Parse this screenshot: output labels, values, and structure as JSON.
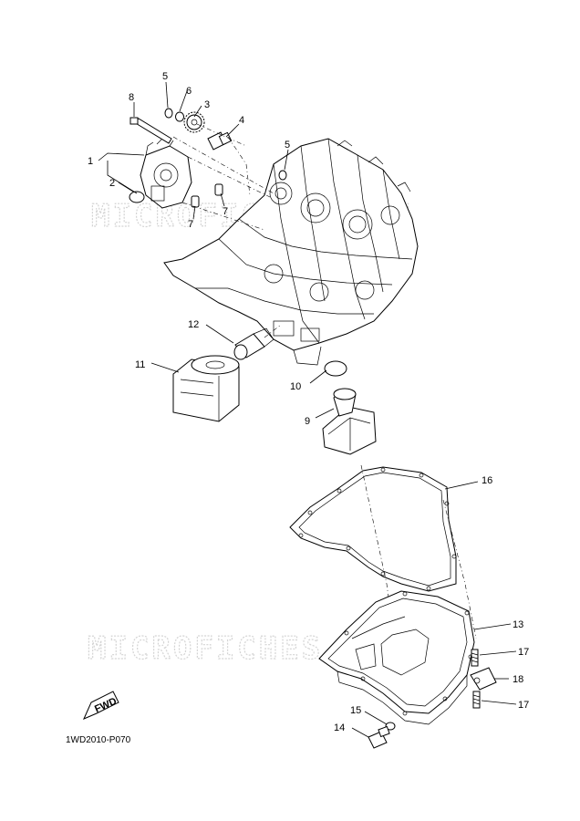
{
  "watermark": "MICROFICHES.NET",
  "diagram_code": "1WD2010-P070",
  "fwd_label": "FWD",
  "callouts": [
    {
      "id": "c1",
      "text": "1"
    },
    {
      "id": "c2",
      "text": "2"
    },
    {
      "id": "c3",
      "text": "3"
    },
    {
      "id": "c4",
      "text": "4"
    },
    {
      "id": "c5a",
      "text": "5"
    },
    {
      "id": "c5b",
      "text": "5"
    },
    {
      "id": "c6",
      "text": "6"
    },
    {
      "id": "c7a",
      "text": "7"
    },
    {
      "id": "c7b",
      "text": "7"
    },
    {
      "id": "c8",
      "text": "8"
    },
    {
      "id": "c9",
      "text": "9"
    },
    {
      "id": "c10",
      "text": "10"
    },
    {
      "id": "c11",
      "text": "11"
    },
    {
      "id": "c12",
      "text": "12"
    },
    {
      "id": "c13",
      "text": "13"
    },
    {
      "id": "c14",
      "text": "14"
    },
    {
      "id": "c15",
      "text": "15"
    },
    {
      "id": "c16",
      "text": "16"
    },
    {
      "id": "c17a",
      "text": "17"
    },
    {
      "id": "c17b",
      "text": "17"
    },
    {
      "id": "c18",
      "text": "18"
    }
  ]
}
